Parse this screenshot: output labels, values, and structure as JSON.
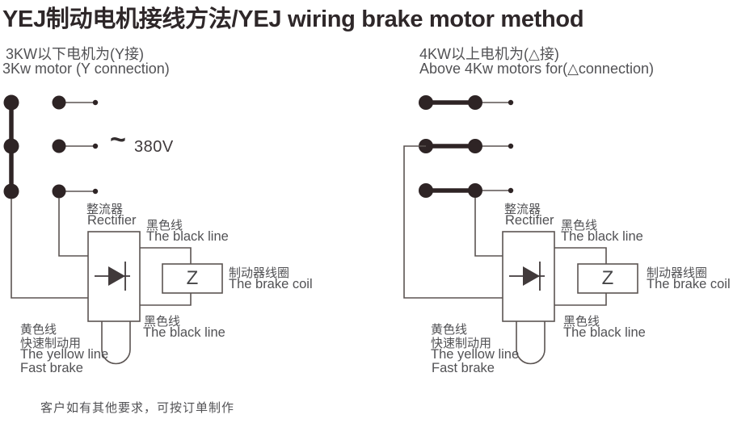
{
  "title": "YEJ制动电机接线方法/YEJ wiring brake motor method",
  "footer_note": "客户如有其他要求，可按订单制作",
  "colors": {
    "ink": "#2e2425",
    "wire": "#5b5452",
    "text": "#515154",
    "title": "#2e2729",
    "background": "#ffffff"
  },
  "left": {
    "heading_zh": "3KW以下电机为(Y接)",
    "heading_en": "3Kw motor (Y connection)",
    "ac_symbol": "~",
    "voltage": "380V",
    "rectifier_zh": "整流器",
    "rectifier_en": "Rectifier",
    "black_line_top_zh": "黑色线",
    "black_line_top_en": "The black line",
    "brake_coil_zh": "制动器线圈",
    "brake_coil_en": "The brake coil",
    "black_line_bottom_zh": "黑色线",
    "black_line_bottom_en": "The black line",
    "yellow_line_zh": "黄色线",
    "yellow_line_use_zh": "快速制动用",
    "yellow_line_en": "The yellow line",
    "yellow_line_use_en": "Fast brake",
    "coil_mark": "Z"
  },
  "right": {
    "heading_zh": "4KW以上电机为(△接)",
    "heading_en": "Above 4Kw motors for(△connection)",
    "rectifier_zh": "整流器",
    "rectifier_en": "Rectifier",
    "black_line_top_zh": "黑色线",
    "black_line_top_en": "The black line",
    "brake_coil_zh": "制动器线圈",
    "brake_coil_en": "The brake coil",
    "black_line_bottom_zh": "黑色线",
    "black_line_bottom_en": "The black line",
    "yellow_line_zh": "黄色线",
    "yellow_line_use_zh": "快速制动用",
    "yellow_line_en": "The yellow line",
    "yellow_line_use_en": "Fast brake",
    "coil_mark": "Z"
  }
}
